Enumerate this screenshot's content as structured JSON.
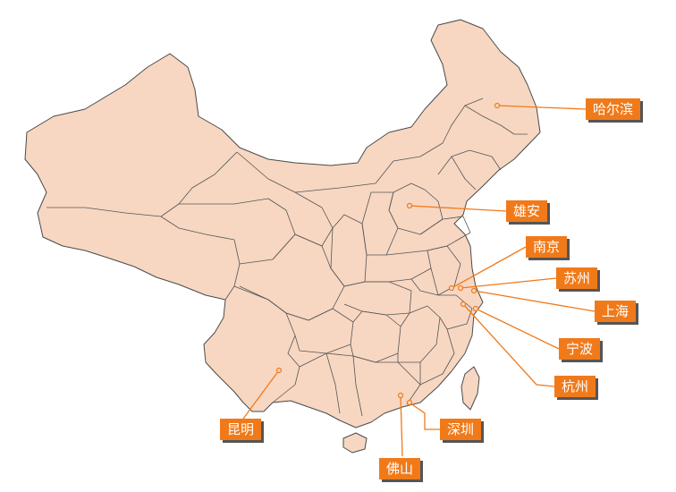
{
  "colors": {
    "land": "#f7d7c2",
    "border": "#4a4a4a",
    "accent": "#f07a1a",
    "label_text": "#ffffff"
  },
  "cities": [
    {
      "id": "harbin",
      "name": "哈尔滨"
    },
    {
      "id": "xiongan",
      "name": "雄安"
    },
    {
      "id": "nanjing",
      "name": "南京"
    },
    {
      "id": "suzhou",
      "name": "苏州"
    },
    {
      "id": "shanghai",
      "name": "上海"
    },
    {
      "id": "ningbo",
      "name": "宁波"
    },
    {
      "id": "hangzhou",
      "name": "杭州"
    },
    {
      "id": "kunming",
      "name": "昆明"
    },
    {
      "id": "shenzhen",
      "name": "深圳"
    },
    {
      "id": "foshan",
      "name": "佛山"
    }
  ]
}
